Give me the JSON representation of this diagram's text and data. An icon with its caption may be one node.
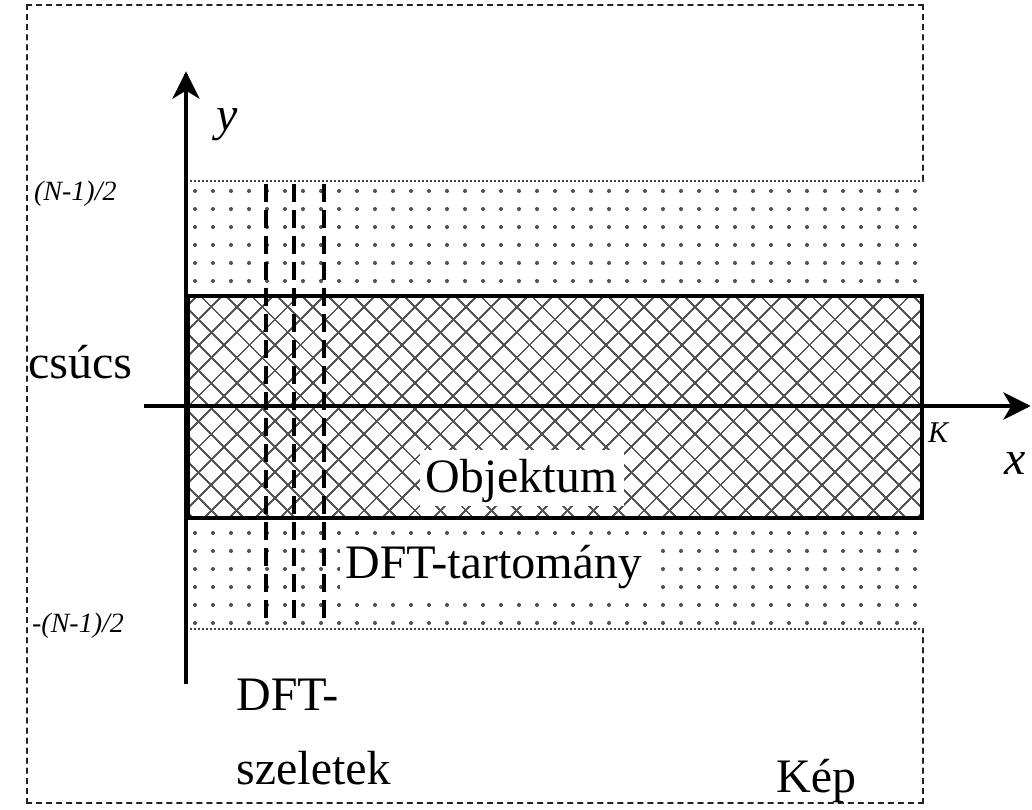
{
  "diagram": {
    "nodes": [
      {
        "text": [
          "Kép"
        ]
      },
      {
        "text": [
          "DFT-tartomány"
        ],
        "in": 0
      },
      {
        "text": [
          "Objektum"
        ],
        "in": 1
      }
    ],
    "labels": [
      "y",
      "(N-1)/2",
      "csúcs",
      "K",
      "x",
      "-(N-1)/2",
      "DFT- szeletek"
    ]
  }
}
